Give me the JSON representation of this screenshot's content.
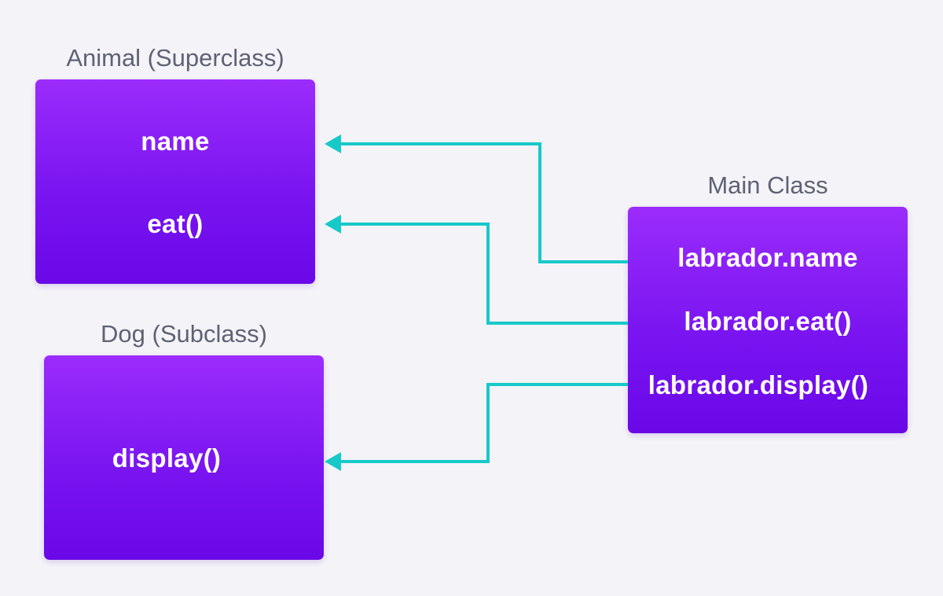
{
  "animal": {
    "title": "Animal (Superclass)",
    "members": [
      "name",
      "eat()"
    ]
  },
  "dog": {
    "title": "Dog (Subclass)",
    "members": [
      "display()"
    ]
  },
  "main": {
    "title": "Main Class",
    "members": [
      "labrador.name",
      "labrador.eat()",
      "labrador.display()"
    ]
  },
  "colors": {
    "box_gradient_top": "#9b2cfc",
    "box_gradient_bottom": "#6a08e8",
    "arrow": "#17c9c9",
    "title_text": "#5f6275",
    "background": "#f4f4f8"
  }
}
